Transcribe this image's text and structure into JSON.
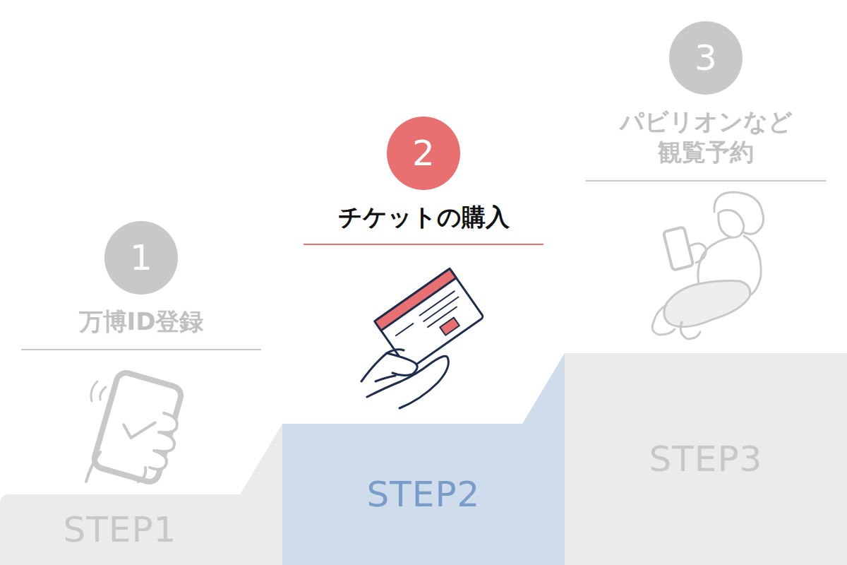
{
  "diagram": {
    "nodes": [
      {
        "text": [
          "1"
        ]
      },
      {
        "text": [
          "STEP1"
        ]
      },
      {
        "text": [
          "2"
        ]
      },
      {
        "text": [
          "STEP2"
        ]
      },
      {
        "text": [
          "3"
        ]
      },
      {
        "text": [
          "STEP3"
        ]
      }
    ],
    "labels": [
      "万博ID登録",
      "チケットの購入",
      "パビリオンなど 観覧予約"
    ]
  }
}
